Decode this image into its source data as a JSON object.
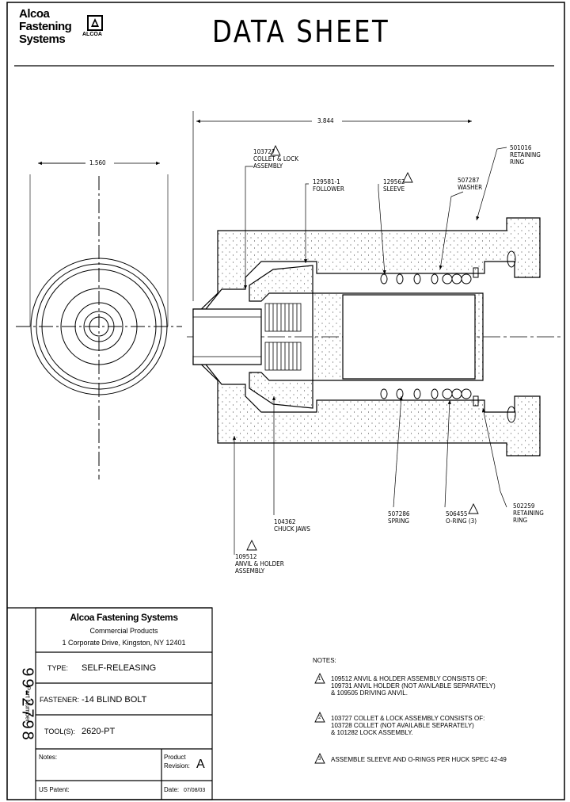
{
  "header": {
    "logo_lines": [
      "Alcoa",
      "Fastening",
      "Systems"
    ],
    "logo_mark_text": "ALCOA",
    "title": "DATA SHEET"
  },
  "dimensions": {
    "overall_length": "3.844",
    "diameter": "1.560"
  },
  "callouts": {
    "collet_lock": {
      "num": "103727",
      "lines": [
        "COLLET & LOCK",
        "ASSEMBLY"
      ]
    },
    "follower": {
      "num": "129581-1",
      "lines": [
        "FOLLOWER"
      ]
    },
    "sleeve": {
      "num": "129562",
      "lines": [
        "SLEEVE"
      ]
    },
    "washer": {
      "num": "507287",
      "lines": [
        "WASHER"
      ]
    },
    "retaining_ring_top": {
      "num": "501016",
      "lines": [
        "RETAINING",
        "RING"
      ]
    },
    "chuck_jaws": {
      "num": "104362",
      "lines": [
        "CHUCK JAWS"
      ]
    },
    "anvil_holder": {
      "num": "109512",
      "lines": [
        "ANVIL & HOLDER",
        "ASSEMBLY"
      ]
    },
    "spring": {
      "num": "507286",
      "lines": [
        "SPRING"
      ]
    },
    "o_ring": {
      "num": "506455",
      "lines": [
        "O-RING (3)"
      ]
    },
    "retaining_ring_bottom": {
      "num": "502259",
      "lines": [
        "RETAINING",
        "RING"
      ]
    }
  },
  "title_block": {
    "part_number_label": "Part Number",
    "part_number": "99-2798",
    "company": "Alcoa Fastening Systems",
    "division": "Commercial Products",
    "address": "1 Corporate Drive, Kingston, NY 12401",
    "type_label": "TYPE:",
    "type_value": "SELF-RELEASING",
    "fastener_label": "FASTENER:",
    "fastener_value": "-14 BLIND BOLT",
    "tools_label": "TOOL(S):",
    "tools_value": "2620-PT",
    "notes_label": "Notes:",
    "revision_label_1": "Product",
    "revision_label_2": "Revision:",
    "revision_value": "A",
    "us_patent_label": "US Patent:",
    "date_label": "Date:",
    "date_value": "07/08/03"
  },
  "notes": {
    "heading": "NOTES:",
    "items": [
      {
        "num": "1",
        "lines": [
          "109512 ANVIL & HOLDER ASSEMBLY CONSISTS OF:",
          "109731 ANVIL HOLDER (NOT AVAILABLE SEPARATELY)",
          "& 109505 DRIVING ANVIL."
        ]
      },
      {
        "num": "2",
        "lines": [
          "103727 COLLET & LOCK ASSEMBLY CONSISTS OF:",
          "103728 COLLET (NOT AVAILABLE SEPARATELY)",
          "& 101282 LOCK ASSEMBLY."
        ]
      },
      {
        "num": "3",
        "lines": [
          "ASSEMBLE SLEEVE AND O-RINGS PER HUCK SPEC 42-49"
        ]
      }
    ]
  }
}
